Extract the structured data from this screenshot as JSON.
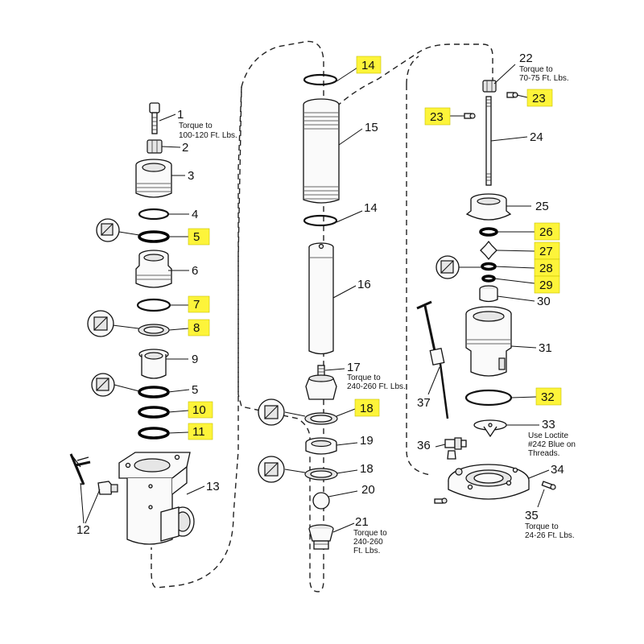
{
  "diagram": {
    "parts": {
      "p1": "1",
      "p2": "2",
      "p3": "3",
      "p4": "4",
      "p5a": "5",
      "p6": "6",
      "p7": "7",
      "p8": "8",
      "p9": "9",
      "p5b": "5",
      "p10": "10",
      "p11": "11",
      "p12": "12",
      "p13": "13",
      "p14a": "14",
      "p15": "15",
      "p14b": "14",
      "p16": "16",
      "p17": "17",
      "p18a": "18",
      "p19": "19",
      "p18b": "18",
      "p20": "20",
      "p21": "21",
      "p22": "22",
      "p23a": "23",
      "p23b": "23",
      "p24": "24",
      "p25": "25",
      "p26": "26",
      "p27": "27",
      "p28": "28",
      "p29": "29",
      "p30": "30",
      "p31": "31",
      "p32": "32",
      "p33": "33",
      "p34": "34",
      "p35": "35",
      "p36": "36",
      "p37": "37"
    },
    "notes": {
      "n1_l1": "Torque to",
      "n1_l2": "100-120 Ft. Lbs.",
      "n17_l1": "Torque to",
      "n17_l2": "240-260 Ft. Lbs.",
      "n21_l1": "Torque to",
      "n21_l2": "240-260",
      "n21_l3": "Ft. Lbs.",
      "n22_l1": "Torque to",
      "n22_l2": "70-75 Ft. Lbs.",
      "n33_l1": "Use Loctite",
      "n33_l2": "#242 Blue on",
      "n33_l3": "Threads.",
      "n35_l1": "Torque to",
      "n35_l2": "24-26 Ft. Lbs."
    },
    "colors": {
      "highlight": "#fdf43a",
      "line": "#111111"
    },
    "icons": [
      "repair-kit-icon"
    ]
  }
}
